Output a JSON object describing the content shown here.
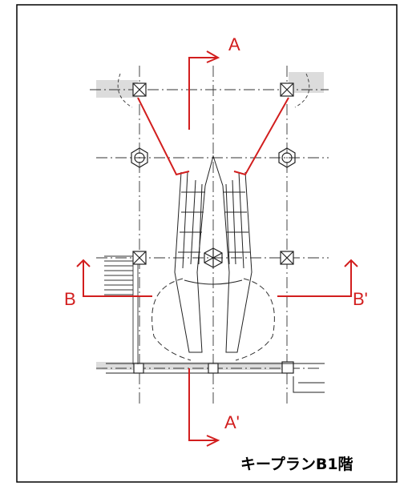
{
  "sections": {
    "a_top": "A",
    "a_bottom": "A'",
    "b_left": "B",
    "b_right": "B'"
  },
  "caption": "キープランB1階",
  "colors": {
    "section_line": "#d21e1e",
    "linework": "#222222",
    "background": "#ffffff"
  }
}
